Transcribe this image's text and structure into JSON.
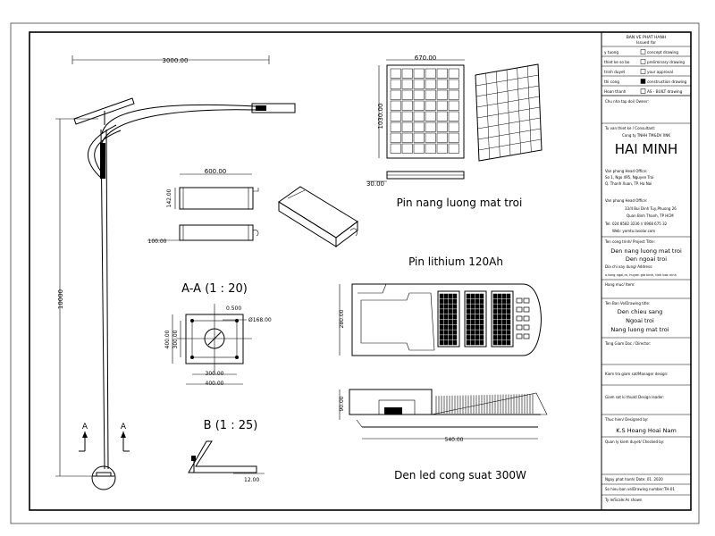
{
  "drawing": {
    "dims": {
      "pole_arm_length": "3000.00",
      "pole_height": "10000",
      "panel_width": "670.00",
      "panel_height": "1030.00",
      "panel_thickness": "30.00",
      "battery_length": "600.00",
      "battery_height": "142.00",
      "battery_depth": "100.00",
      "base_a": "400.00",
      "base_b": "300.00",
      "base_bolt": "0.500",
      "base_pipe": "Ø168.00",
      "lamp_height": "280.00",
      "lamp_side_height": "90.00",
      "lamp_length": "540.00",
      "bracket_dim": "12.00"
    },
    "labels": {
      "section_a": "A-A (1 : 20)",
      "section_b": "B (1 : 25)",
      "section_mark": "A",
      "solar_panel": "Pin nang luong mat troi",
      "battery": "Pin lithium 120Ah",
      "led_lamp": "Den led cong suat 300W"
    }
  },
  "title_block": {
    "issued_header": "BAN VE PHAT HANH",
    "issued_sub": "Issued for",
    "issue_rows": [
      {
        "label": "y tuong",
        "option": "concept drawing",
        "checked": false
      },
      {
        "label": "thiet ke so bo",
        "option": "preliminary drawing",
        "checked": false
      },
      {
        "label": "trinh duyet",
        "option": "your approval",
        "checked": false
      },
      {
        "label": "thi cong",
        "option": "construction drawing",
        "checked": true
      },
      {
        "label": "Hoan thanh",
        "option": "AS - BUILT drawing",
        "checked": false
      }
    ],
    "owner_label": "Chu nha tap doi/ Owner:",
    "consultant_label": "Tu van thiet ke / Consultant:",
    "company_small": "Cong ty TNHH TM&DV XNK",
    "company_name": "HAI MINH",
    "head_office_label": "Van phong  Head Office:",
    "head_office_addr1": "So 1, Ngo 495, Nguyen Trai",
    "head_office_addr2": "Q. Thanh Xuan, TP. Ha Noi",
    "office2_label": "Van phong  Head Office:",
    "office2_addr1": "33/4 Bui Dinh Tuy,Phuong 26",
    "office2_addr2": "Quan Binh Thanh, TP HCM",
    "phone": "Tel: 024 8582 3236  //  0968 675 32",
    "web": "Web: yomtu.lasolar.com",
    "project_label": "Ten cong trinh/   Project Title:",
    "project_line1": "Den nang luong mat troi",
    "project_line2": "Den ngoai troi",
    "address_label": "Dia chi xay dung/    Address:",
    "address_value": "x.tong ngoi,m, huyen gia binh, tinh bac ninh",
    "category_label": "Hang muc/   Item:",
    "drawing_title_label": "Ten Ban Ve/Drawing title:",
    "drawing_title_1": "Den chieu sang",
    "drawing_title_2": "Ngoai troi",
    "drawing_title_3": "Nang luong mat troi",
    "director_label": "Tong Giam Doc / Director:",
    "manager_label": "Kiem tra giam sat/Manager design:",
    "leader_label": "Giam sat ki thuat/  Design leader:",
    "designer_label": "Thuc hien/  Designed by:",
    "designer_name": "K.S Hoang Hoai Nam",
    "checker_label": "Quan ly kiem duyet/ Checked by:",
    "date": "Ngay phat hanh/ Date: 01. 2020",
    "drawing_no": "So hieu ban ve/Drawing number:TH-01",
    "scale": "Ty le/Scale:As shown"
  }
}
